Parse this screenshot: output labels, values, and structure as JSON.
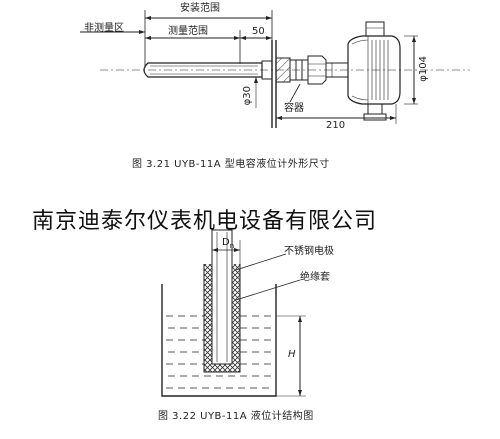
{
  "figure1": {
    "labels": {
      "install_range": "安装范围",
      "non_measure_zone": "非测量区",
      "measure_range": "测量范围",
      "dim_50": "50",
      "dim_phi30": "φ30",
      "dim_phi104": "φ104",
      "container": "容器",
      "dim_210": "210"
    },
    "caption": "图 3.21  UYB-11A 型电容液位计外形尺寸"
  },
  "watermark": "南京迪泰尔仪表机电设备有限公司",
  "figure2": {
    "labels": {
      "dn": "D",
      "dn_sub": "n",
      "ss_electrode": "不锈钢电极",
      "insulation_sleeve": "绝缘套",
      "height": "H"
    },
    "caption": "图 3.22  UYB-11A 液位计结构图"
  }
}
